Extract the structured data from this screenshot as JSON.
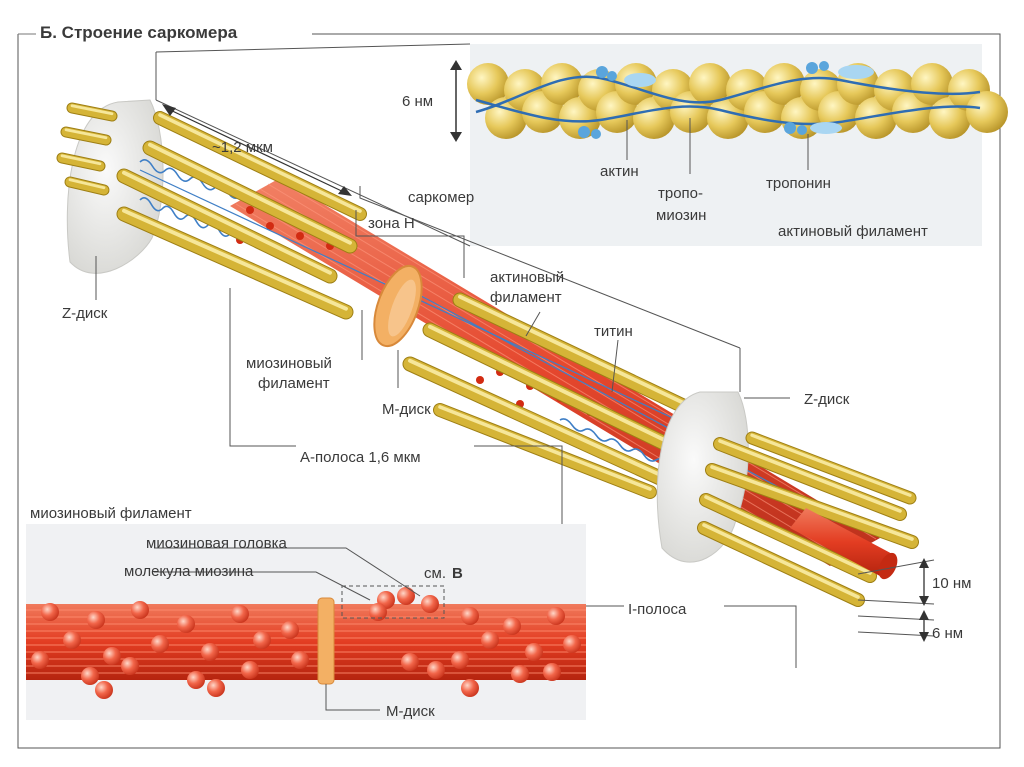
{
  "title": "Б. Строение саркомера",
  "labels": {
    "dim_1_2": "~1,2 мкм",
    "sarcomere": "саркомер",
    "zone_h": "зона Н",
    "actin_filament_1": "актиновый",
    "actin_filament_2": "филамент",
    "titin": "титин",
    "z_disk_left": "Z-диск",
    "z_disk_right": "Z-диск",
    "myosin_filament_1": "миозиновый",
    "myosin_filament_2": "филамент",
    "m_disk": "М-диск",
    "a_band": "А-полоса 1,6 мкм",
    "i_band": "I-полоса",
    "dim_10nm": "10 нм",
    "dim_6nm": "6 нм"
  },
  "inset_actin": {
    "dim_6nm": "6 нм",
    "actin": "актин",
    "tropomyosin_1": "тропо-",
    "tropomyosin_2": "миозин",
    "troponin": "тропонин",
    "caption": "актиновый филамент"
  },
  "inset_myosin": {
    "caption": "миозиновый филамент",
    "head": "миозиновая головка",
    "molecule": "молекула миозина",
    "see": "см.",
    "see_ref": "В",
    "m_disk": "М-диск"
  },
  "colors": {
    "rod": "#c9a828",
    "rod_light": "#efdc78",
    "actin_bead": "#e6c85a",
    "myosin": "#e8432a",
    "disk": "#ececea",
    "titin": "#3f7fc6",
    "troponin": "#6fb6e6"
  }
}
